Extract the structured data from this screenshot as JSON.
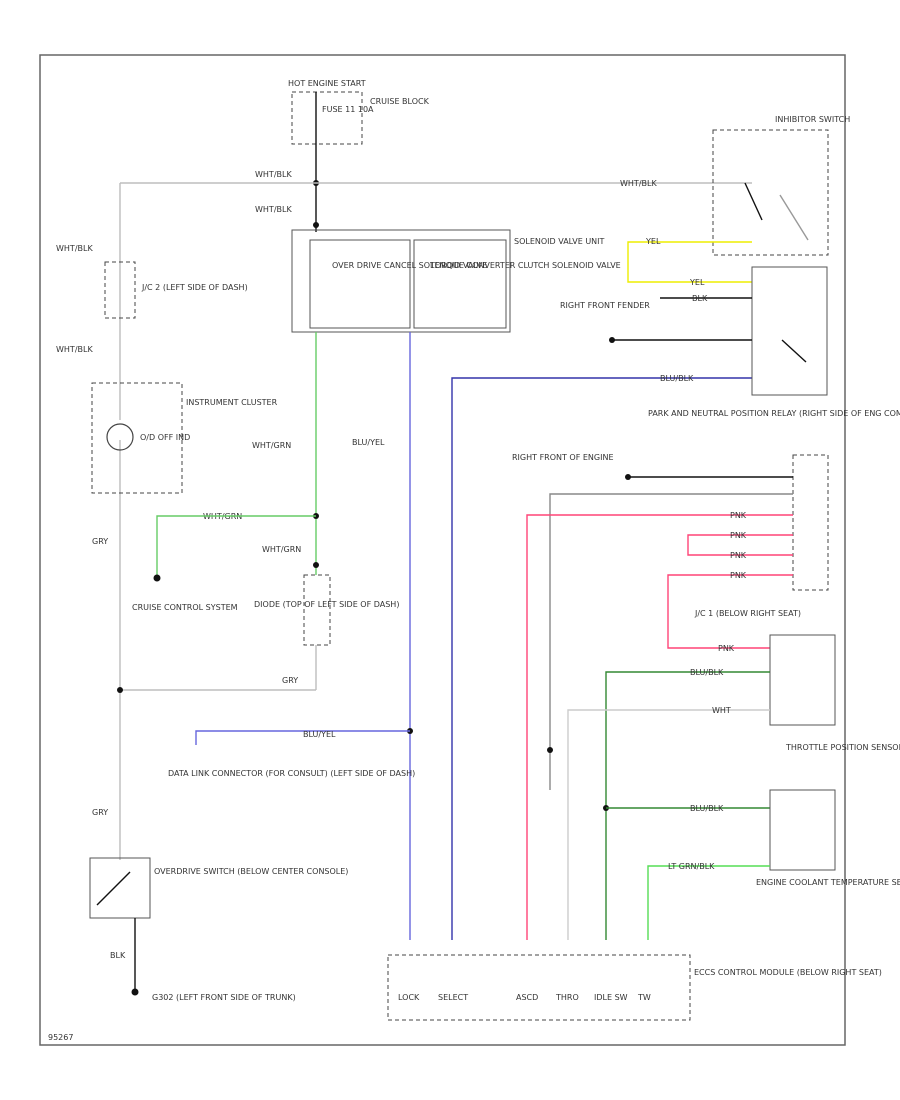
{
  "colors": {
    "wht_blk": "#bdbdbd",
    "wht_grn": "#66cc66",
    "blu_yel": "#6666dd",
    "blu_blk": "#3333aa",
    "pnk": "#ff4477",
    "yel": "#eeee00",
    "blk": "#111111",
    "grn": "#338833",
    "lt_grn": "#55dd55",
    "border": "#666666"
  },
  "labels": {
    "hot_eng": "HOT ENGINE START",
    "fuse_block": "CRUISE BLOCK",
    "fuse_id": "FUSE 11 10A",
    "wht_blk": "WHT/BLK",
    "jc2": "J/C 2 (LEFT SIDE OF DASH)",
    "cluster": "INSTRUMENT CLUSTER",
    "od_off": "O/D OFF IND",
    "solenoid_unit": "SOLENOID VALVE UNIT",
    "overdrive_sol": "OVER DRIVE CANCEL SOLENOID VALVE",
    "tcc_sol": "TORQUE CONVERTER CLUTCH SOLENOID VALVE",
    "wht_grn": "WHT/GRN",
    "blu_yel": "BLU/YEL",
    "blu_blk": "BLU/BLK",
    "cruise": "CRUISE CONTROL SYSTEM",
    "diode": "DIODE (TOP OF LEFT SIDE OF DASH)",
    "gry": "GRY",
    "dlc": "DATA LINK CONNECTOR (FOR CONSULT) (LEFT SIDE OF DASH)",
    "od_switch": "OVERDRIVE SWITCH (BELOW CENTER CONSOLE)",
    "blk": "BLK",
    "g302": "G302 (LEFT FRONT SIDE OF TRUNK)",
    "inhibitor": "INHIBITOR SWITCH",
    "yel": "YEL",
    "right_fender": "RIGHT FRONT FENDER",
    "park_neutral": "PARK AND NEUTRAL POSITION RELAY (RIGHT SIDE OF ENG COMPT)",
    "right_front_eng": "RIGHT FRONT OF ENGINE",
    "pnk": "PNK",
    "jc1": "J/C 1 (BELOW RIGHT SEAT)",
    "wht": "WHT",
    "tps": "THROTTLE POSITION SENSOR (ON THROTTLE)",
    "lt_grn": "LT GRN/BLK",
    "ect": "ENGINE COOLANT TEMPERATURE SENSOR (LEFT SIDE OF ENGINE)",
    "ecm": "ECCS CONTROL MODULE (BELOW RIGHT SEAT)",
    "pins": [
      "LOCK",
      "SELECT",
      "ASCD",
      "THRO",
      "IDLE SW",
      "TW"
    ],
    "footnote": "95267"
  }
}
